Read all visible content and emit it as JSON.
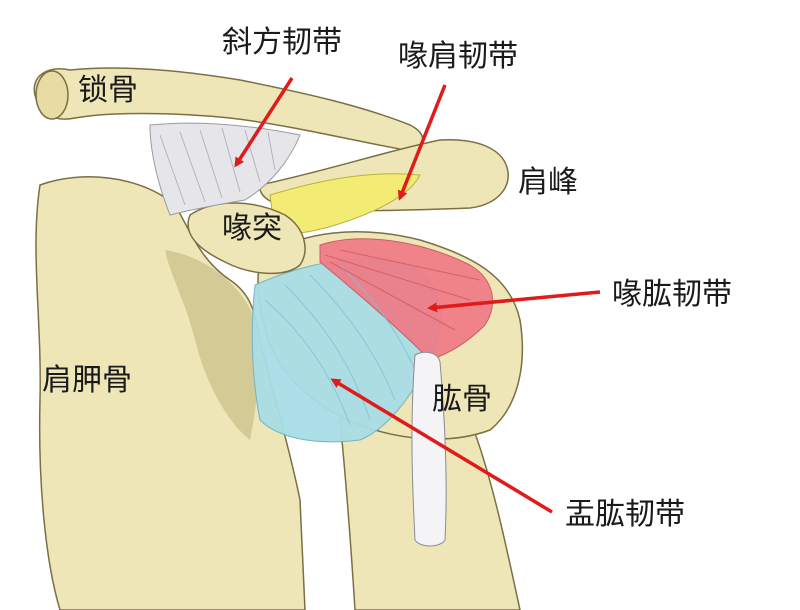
{
  "labels": {
    "clavicle": "锁骨",
    "trapezoid_ligament": "斜方韧带",
    "coracoacromial_ligament": "喙肩韧带",
    "acromion": "肩峰",
    "coracoid": "喙突",
    "coracohumeral_ligament": "喙肱韧带",
    "scapula": "肩胛骨",
    "humerus": "肱骨",
    "glenohumeral_ligament": "盂肱韧带"
  },
  "colors": {
    "bone": "#efe6b8",
    "bone_shadow": "#c9bd86",
    "bone_outline": "#7a6f45",
    "ligament_white": "#e6e6ea",
    "coracoacromial": "#f2ec74",
    "coracohumeral": "#f07b86",
    "glenohumeral": "#a8dde6",
    "arrow": "#e01b1b",
    "text": "#1a1a1a"
  }
}
